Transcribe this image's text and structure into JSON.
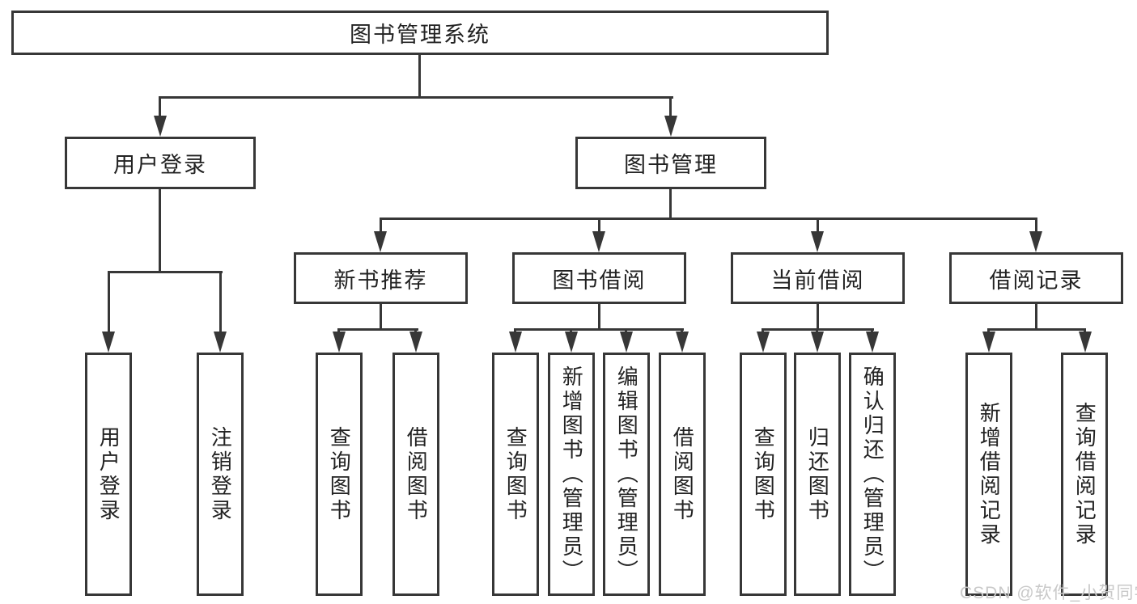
{
  "tree": {
    "label": "图书管理系统",
    "children": [
      {
        "label": "用户登录",
        "children": [
          {
            "label": "用户登录"
          },
          {
            "label": "注销登录"
          }
        ]
      },
      {
        "label": "图书管理",
        "children": [
          {
            "label": "新书推荐",
            "children": [
              {
                "label": "查询图书"
              },
              {
                "label": "借阅图书"
              }
            ]
          },
          {
            "label": "图书借阅",
            "children": [
              {
                "label": "查询图书"
              },
              {
                "label": "新增图书（管理员）"
              },
              {
                "label": "编辑图书（管理员）"
              },
              {
                "label": "借阅图书"
              }
            ]
          },
          {
            "label": "当前借阅",
            "children": [
              {
                "label": "查询图书"
              },
              {
                "label": "归还图书"
              },
              {
                "label": "确认归还（管理员）"
              }
            ]
          },
          {
            "label": "借阅记录",
            "children": [
              {
                "label": "新增借阅记录"
              },
              {
                "label": "查询借阅记录"
              }
            ]
          }
        ]
      }
    ]
  },
  "watermark": {
    "text": "CSDN @软件_小贺同学"
  },
  "colors": {
    "line": "#373737",
    "box_border": "#373737",
    "text": "#222222",
    "watermark_text": "#c9c9c9",
    "background": "#ffffff"
  }
}
